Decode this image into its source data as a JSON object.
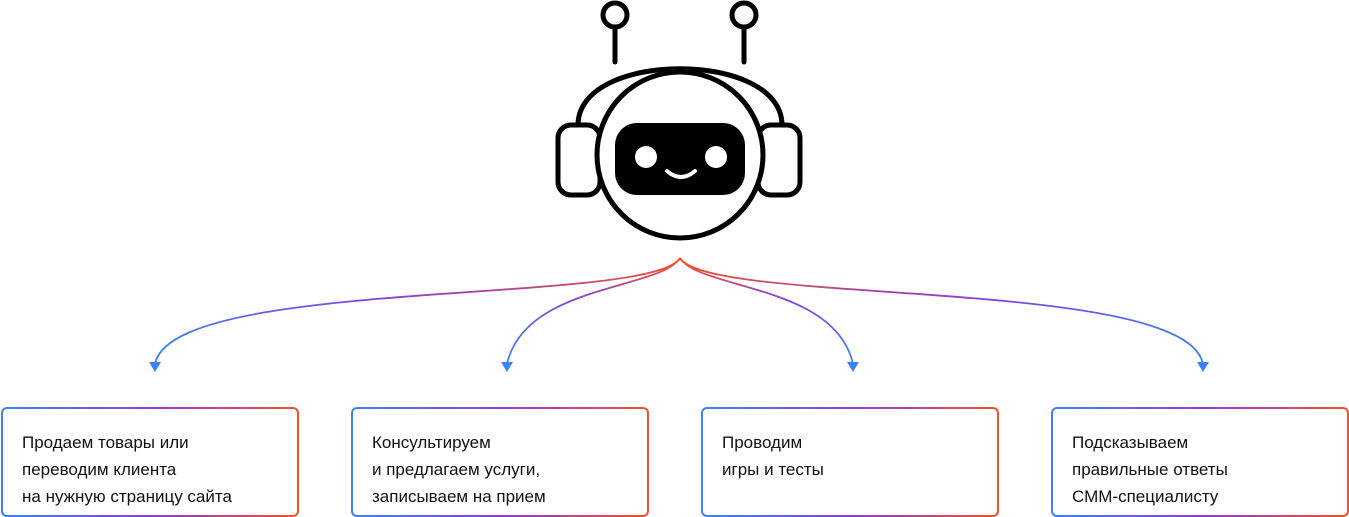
{
  "diagram": {
    "center_icon": "robot-headset-icon",
    "colors": {
      "gradient_start": "#3b82f6",
      "gradient_mid": "#8b3fd9",
      "gradient_end": "#f0522a",
      "robot_outline": "#000000",
      "robot_face": "#000000"
    },
    "cards": [
      {
        "lines": [
          "Продаем товары или",
          "переводим клиента",
          "на нужную страницу сайта"
        ]
      },
      {
        "lines": [
          "Консультируем",
          "и предлагаем услуги,",
          "записываем на прием"
        ]
      },
      {
        "lines": [
          "Проводим",
          "игры и тесты"
        ]
      },
      {
        "lines": [
          "Подсказываем",
          "правильные ответы",
          "СММ-специалисту"
        ]
      }
    ]
  }
}
